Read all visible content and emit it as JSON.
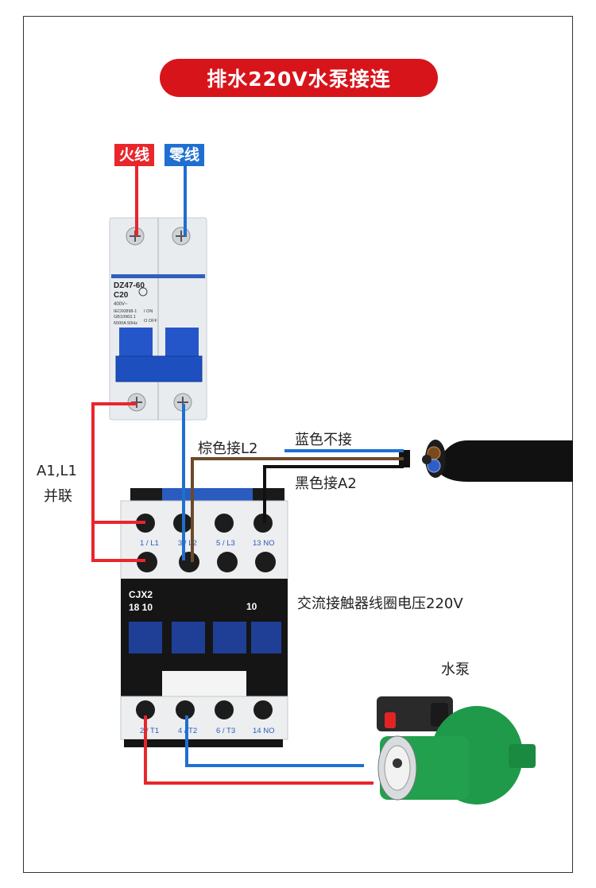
{
  "title": "排水220V水泵接连",
  "wires": {
    "live": "火线",
    "neutral": "零线"
  },
  "breaker": {
    "model": "DZ47-60",
    "rating": "C20",
    "voltage": "400V~",
    "std1": "IEC60898-1",
    "std2": "GB10963.1",
    "breaking": "6000A 50Hz",
    "on": "I ON",
    "off": "O OFF"
  },
  "labels": {
    "parallel_line1": "A1,L1",
    "parallel_line2": "并联",
    "brown": "棕色接L2",
    "blue": "蓝色不接",
    "black": "黑色接A2",
    "coil_voltage": "交流接触器线圈电压220V",
    "pump": "水泵"
  },
  "contactor": {
    "model": "CJX2",
    "rating": "18 10",
    "aux": "10",
    "top_terminals": [
      "1 / L1",
      "3 / L2",
      "5 / L3",
      "13 NO"
    ],
    "bottom_terminals": [
      "2 / T1",
      "4 / T2",
      "6 / T3",
      "14 NO"
    ]
  },
  "colors": {
    "live": "#e8262c",
    "neutral": "#1f6fd1",
    "brown": "#6b4a2b",
    "black": "#111111",
    "title_bg": "#d8141b",
    "pump_green": "#1f9a4a"
  }
}
